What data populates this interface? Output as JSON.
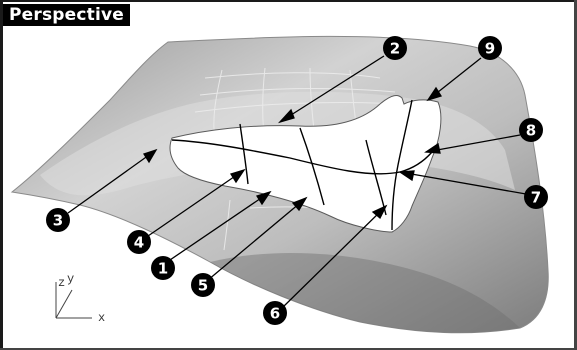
{
  "viewport": {
    "title": "Perspective"
  },
  "axes": {
    "x_label": "x",
    "y_label": "y",
    "z_label": "z"
  },
  "callouts": [
    {
      "number": "1"
    },
    {
      "number": "2"
    },
    {
      "number": "3"
    },
    {
      "number": "4"
    },
    {
      "number": "5"
    },
    {
      "number": "6"
    },
    {
      "number": "7"
    },
    {
      "number": "8"
    },
    {
      "number": "9"
    }
  ]
}
